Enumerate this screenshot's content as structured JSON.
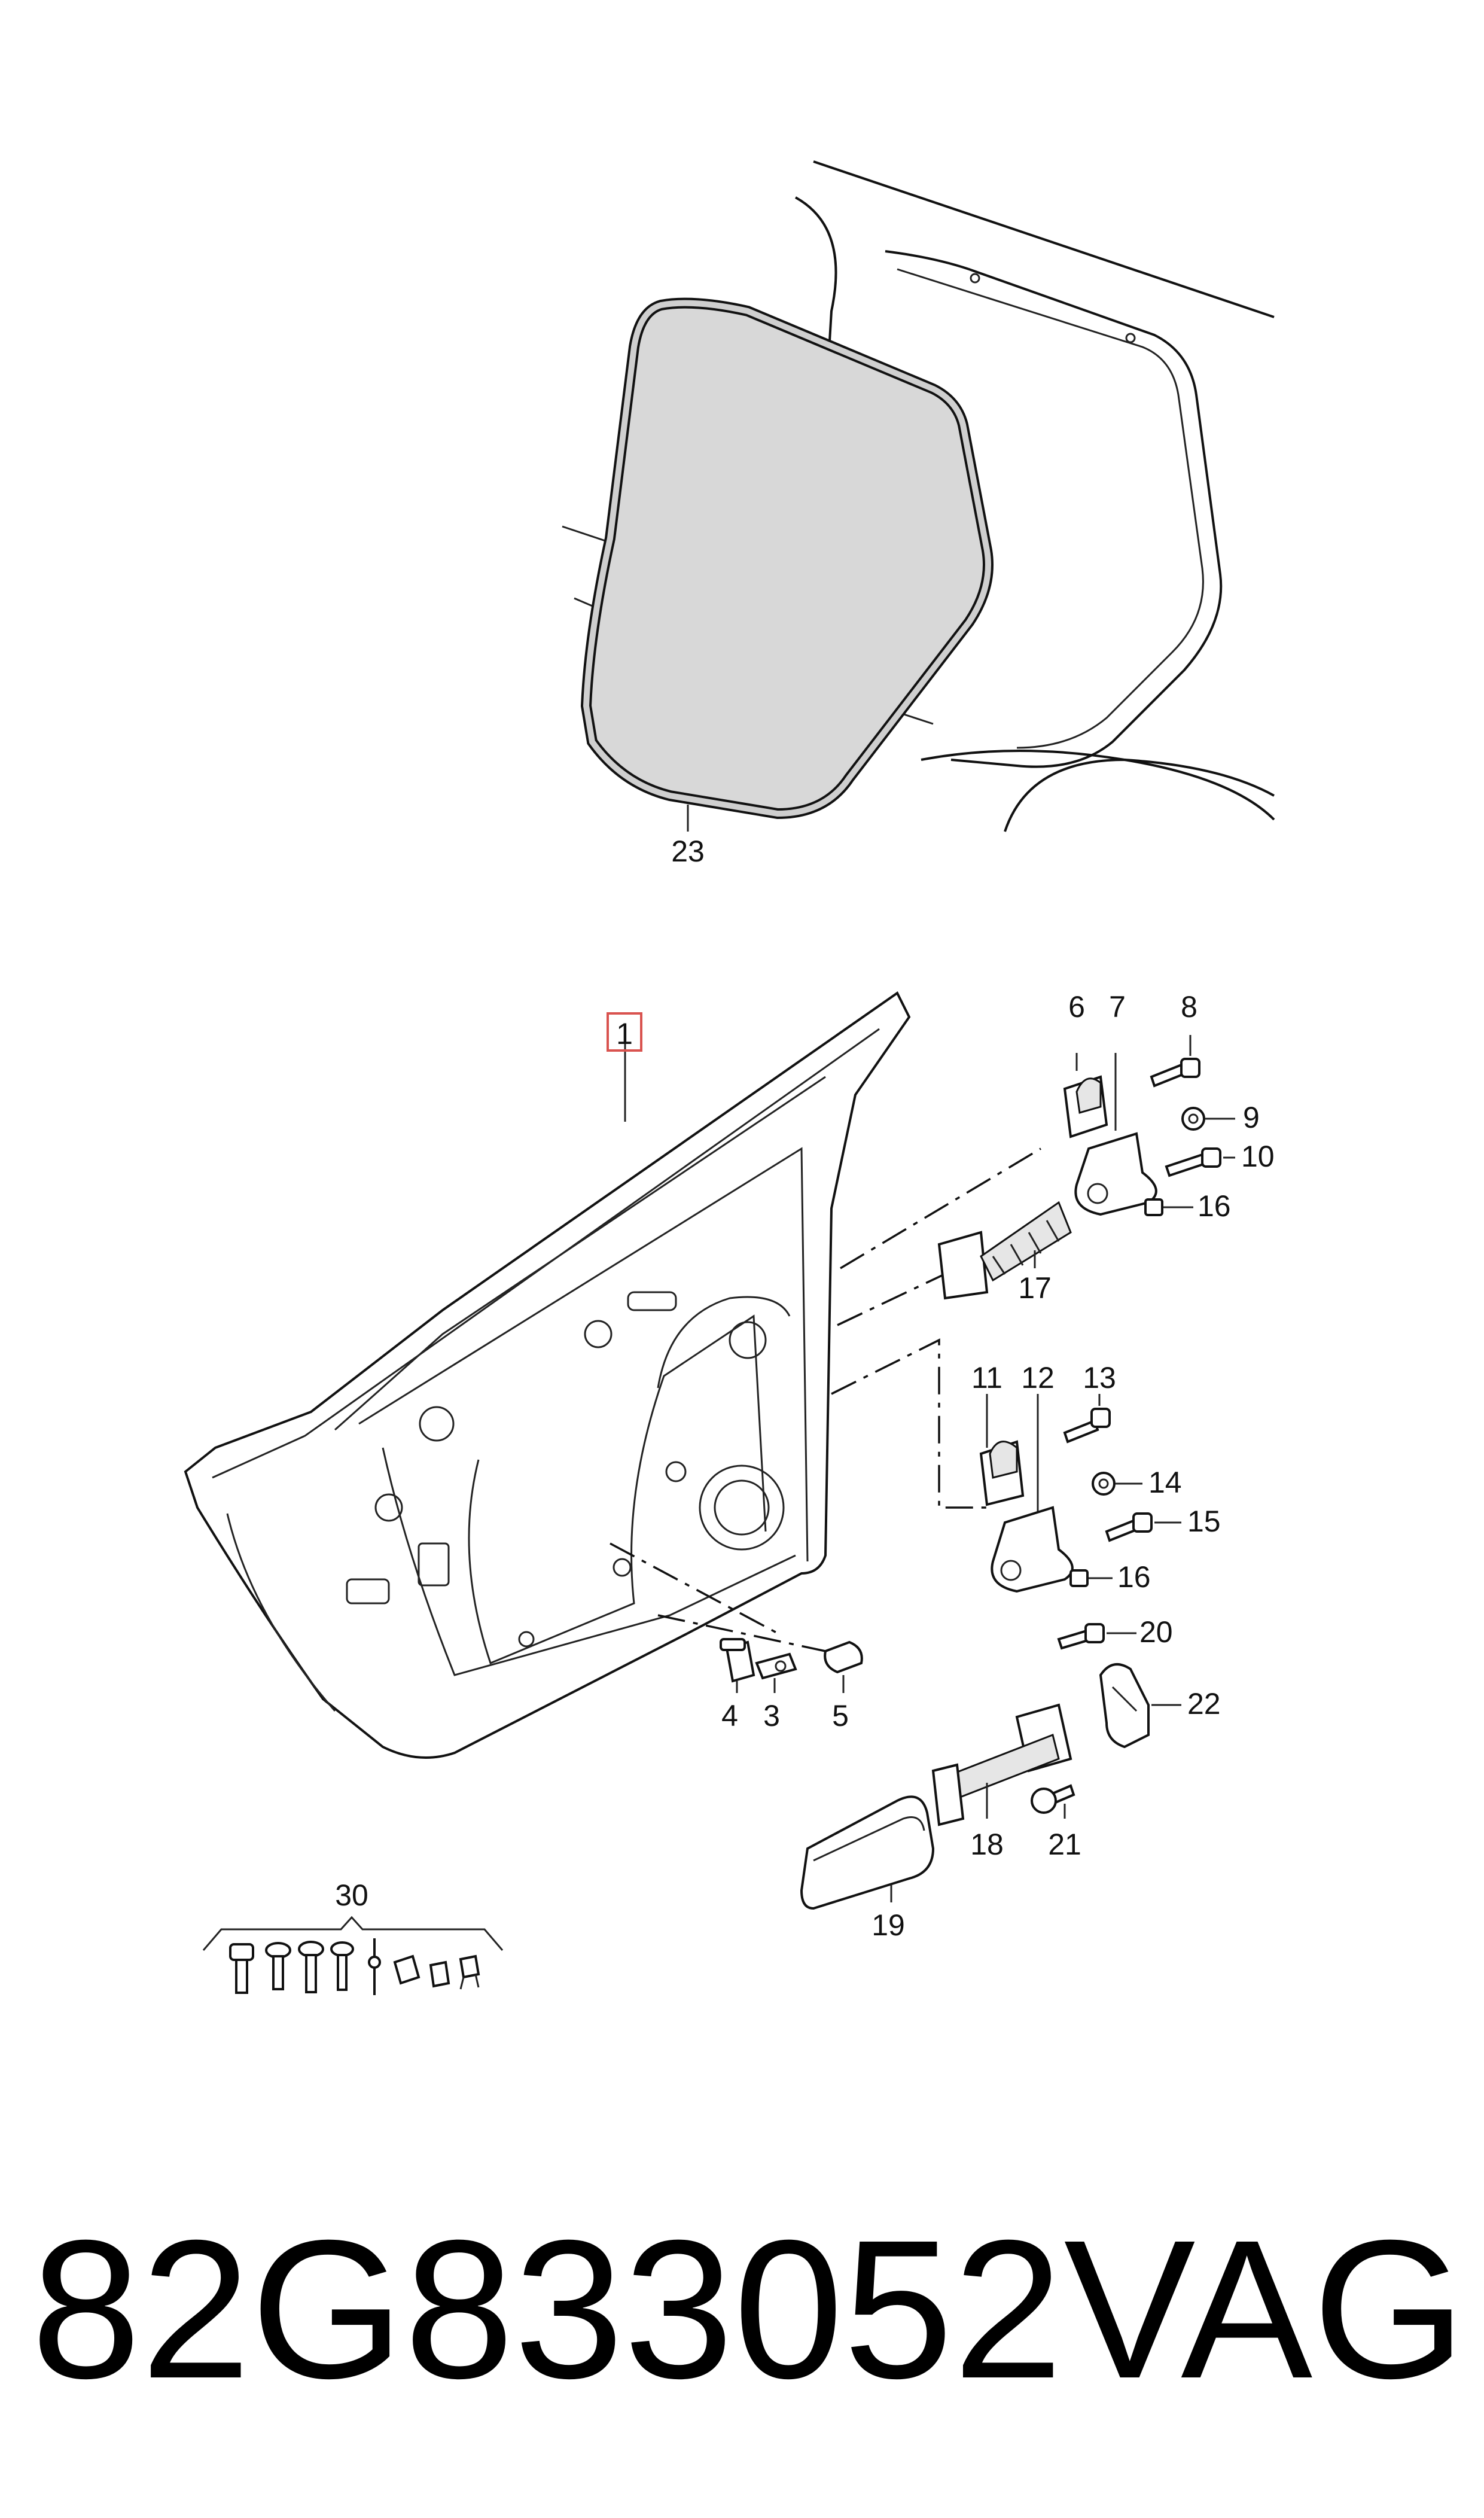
{
  "callouts": {
    "c1": "1",
    "c3": "3",
    "c4": "4",
    "c5": "5",
    "c6": "6",
    "c7": "7",
    "c8": "8",
    "c9": "9",
    "c10": "10",
    "c11": "11",
    "c12": "12",
    "c13": "13",
    "c14": "14",
    "c15": "15",
    "c16a": "16",
    "c16b": "16",
    "c17": "17",
    "c18": "18",
    "c19": "19",
    "c20": "20",
    "c21": "21",
    "c22": "22",
    "c23": "23",
    "c30": "30"
  },
  "footer": {
    "part_number": "82G833052",
    "brand": "VAG"
  },
  "colors": {
    "highlight": "#d9534f",
    "line": "#111111",
    "seal_fill": "#d8d8d8"
  }
}
